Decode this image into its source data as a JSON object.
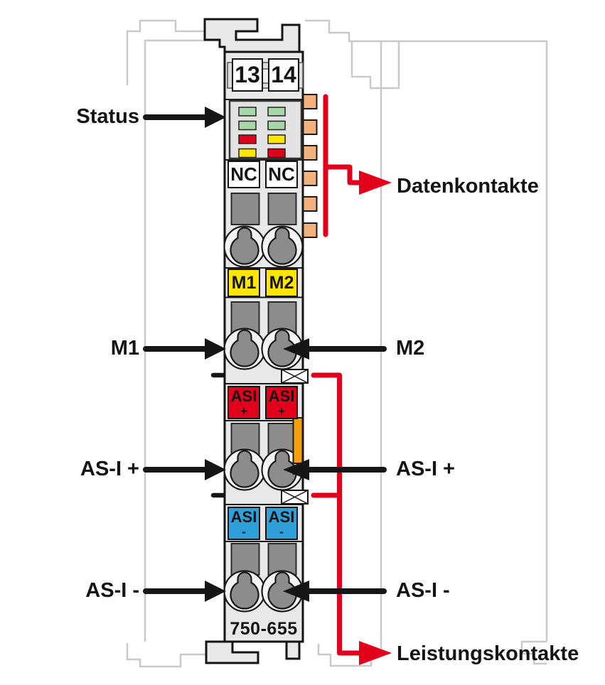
{
  "module": {
    "part_number": "750-655",
    "terminal_13": "13",
    "terminal_14": "14",
    "nc_label": "NC",
    "m1_marker": "M1",
    "m2_marker": "M2",
    "asi_plus_word": "ASI",
    "asi_plus_sign": "+",
    "asi_minus_word": "ASI",
    "asi_minus_sign": "-",
    "led_colors": [
      "#a9d6a9",
      "#a9d6a9",
      "#a9d6a9",
      "#a9d6a9",
      "#e1001a",
      "#ffe500",
      "#ffe500",
      "#e1001a"
    ]
  },
  "labels": {
    "status": "Status",
    "m1": "M1",
    "m2": "M2",
    "asi_plus_left": "AS-I +",
    "asi_plus_right": "AS-I +",
    "asi_minus_left": "AS-I -",
    "asi_minus_right": "AS-I -",
    "datenkontakte": "Datenkontakte",
    "leistungskontakte": "Leistungskontakte"
  },
  "colors": {
    "accent_red": "#e3001b",
    "arrow_black": "#161616",
    "marker_yellow": "#ffe500",
    "marker_red": "#e3001b",
    "marker_blue": "#2e9fd8",
    "data_contact_orange": "#f3b17c",
    "power_contact_orange": "#f5a00f",
    "led_green": "#a9d6a9",
    "led_red": "#e1001a",
    "led_yellow": "#ffe500",
    "module_body_gray": "#e8e8e8",
    "contact_gray": "#8c8c8c",
    "ghost_outline_gray": "#c9c9c9"
  }
}
